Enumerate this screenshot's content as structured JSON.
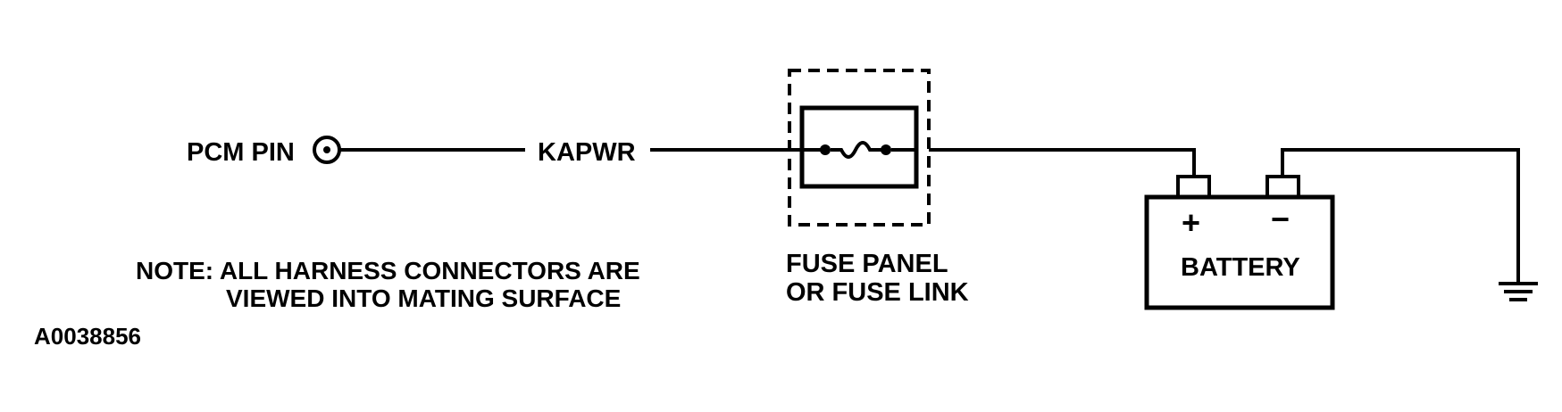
{
  "labels": {
    "pcm_pin": "PCM PIN",
    "circuit": "KAPWR",
    "fuse_line1": "FUSE PANEL",
    "fuse_line2": "OR FUSE LINK",
    "battery": "BATTERY",
    "battery_positive": "+",
    "battery_negative": "−",
    "note_line1": "NOTE: ALL HARNESS CONNECTORS ARE",
    "note_line2": "VIEWED INTO MATING SURFACE",
    "figure_id": "A0038856"
  },
  "colors": {
    "line": "#000000",
    "background": "#ffffff"
  }
}
